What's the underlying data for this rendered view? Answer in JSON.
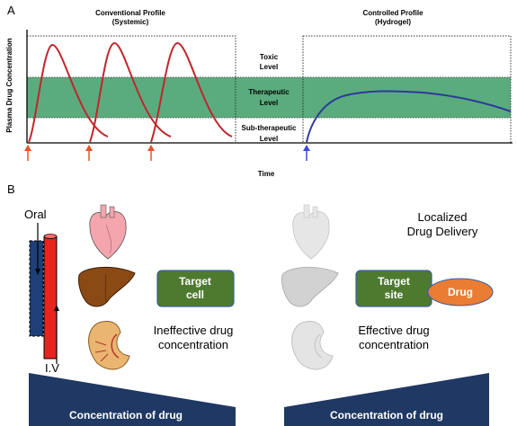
{
  "panel_a": {
    "label": "A",
    "conventional_title": "Conventional Profile",
    "conventional_sub": "(Systemic)",
    "controlled_title": "Controlled Profile",
    "controlled_sub": "(Hydrogel)",
    "ylabel": "Plasma Drug Concentration",
    "xlabel": "Time",
    "level_toxic_1": "Toxic",
    "level_toxic_2": "Level",
    "level_thera_1": "Therapeutic",
    "level_thera_2": "Level",
    "level_sub_1": "Sub-therapeutic",
    "level_sub_2": "Level"
  },
  "panel_b": {
    "label": "B",
    "oral": "Oral",
    "iv": "I.V",
    "target_cell_1": "Target",
    "target_cell_2": "cell",
    "target_site_1": "Target",
    "target_site_2": "site",
    "drug": "Drug",
    "ineffective_1": "Ineffective drug",
    "ineffective_2": "concentration",
    "effective_1": "Effective drug",
    "effective_2": "concentration",
    "localized_1": "Localized",
    "localized_2": "Drug Delivery",
    "conc_left": "Concentration of drug",
    "conc_right": "Concentration of drug"
  },
  "colors": {
    "therapeutic_band": "#5aac7e",
    "conventional_curve": "#c0262c",
    "controlled_curve": "#2e3a9a",
    "dose_arrow_oral": "#e8532a",
    "dose_arrow_hydrogel": "#3a4bd8",
    "target_box": "#4e7a30",
    "drug_ellipse": "#ea7d33",
    "concentration_wedge": "#1f3864"
  }
}
